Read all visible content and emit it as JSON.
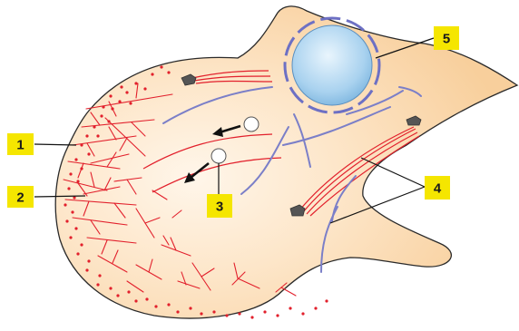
{
  "labels": [
    {
      "id": "1",
      "text": "1"
    },
    {
      "id": "2",
      "text": "2"
    },
    {
      "id": "3",
      "text": "3"
    },
    {
      "id": "4",
      "text": "4"
    },
    {
      "id": "5",
      "text": "5"
    }
  ],
  "colors": {
    "cytoplasm": "#fbd9b0",
    "cell_outline": "#2a2a2a",
    "actin": "#e2202c",
    "microtubule": "#7b7fc8",
    "nucleus_fill": "#a9d2ef",
    "nucleus_envelope": "#6d70c4",
    "label_box": "#f5e600",
    "vesicle": "#ffffff",
    "organelle": "#555555",
    "arrow": "#111111"
  },
  "icons": [
    "nucleus-icon",
    "vesicle-icon",
    "organelle-icon",
    "arrow-icon"
  ]
}
